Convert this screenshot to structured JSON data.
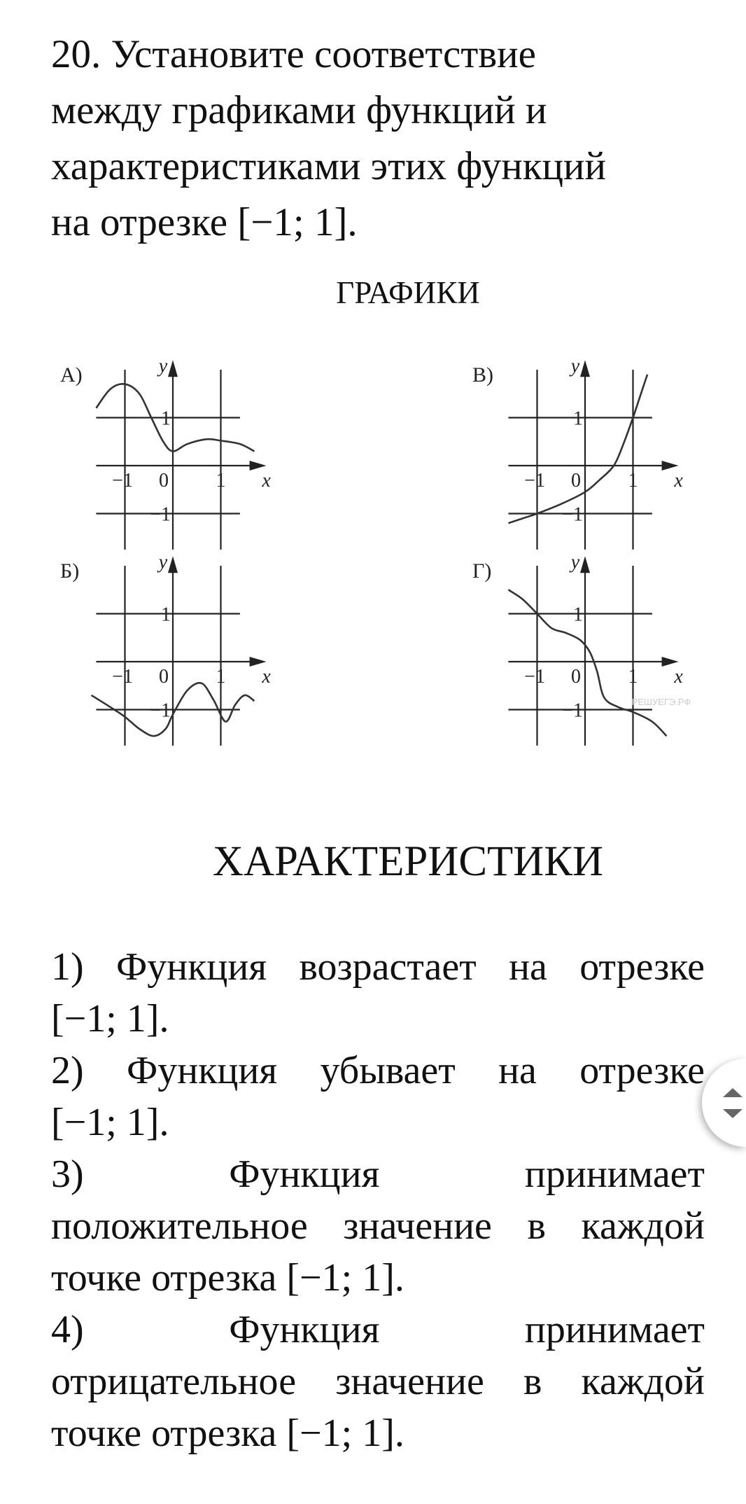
{
  "task": {
    "title_lines": [
      "20. Установите соответствие",
      "между графиками функций и",
      "характеристиками этих функций",
      "на отрезке [−1; 1]."
    ]
  },
  "graphs_heading": "ГРАФИКИ",
  "graphs": [
    {
      "label": "А)",
      "curve": [
        [
          -1.6,
          1.2
        ],
        [
          -1.3,
          1.6
        ],
        [
          -1,
          1.7
        ],
        [
          -0.7,
          1.5
        ],
        [
          -0.45,
          1.0
        ],
        [
          -0.2,
          0.5
        ],
        [
          0,
          0.3
        ],
        [
          0.3,
          0.45
        ],
        [
          0.7,
          0.55
        ],
        [
          1,
          0.52
        ],
        [
          1.4,
          0.45
        ],
        [
          1.7,
          0.3
        ]
      ]
    },
    {
      "label": "Б)",
      "curve": [
        [
          -1.7,
          -0.7
        ],
        [
          -1.3,
          -0.95
        ],
        [
          -1,
          -1.15
        ],
        [
          -0.7,
          -1.4
        ],
        [
          -0.4,
          -1.55
        ],
        [
          -0.15,
          -1.4
        ],
        [
          0,
          -1.1
        ],
        [
          0.3,
          -0.6
        ],
        [
          0.6,
          -0.45
        ],
        [
          0.85,
          -0.8
        ],
        [
          1.1,
          -1.25
        ],
        [
          1.3,
          -0.9
        ],
        [
          1.5,
          -0.7
        ],
        [
          1.7,
          -0.82
        ]
      ]
    },
    {
      "label": "В)",
      "curve": [
        [
          -1.6,
          -1.2
        ],
        [
          -1.3,
          -1.1
        ],
        [
          -1,
          -1
        ],
        [
          -0.5,
          -0.8
        ],
        [
          0,
          -0.55
        ],
        [
          0.3,
          -0.3
        ],
        [
          0.6,
          0
        ],
        [
          0.8,
          0.45
        ],
        [
          1,
          1
        ],
        [
          1.15,
          1.45
        ],
        [
          1.3,
          1.9
        ]
      ]
    },
    {
      "label": "Г)",
      "curve": [
        [
          -1.6,
          1.5
        ],
        [
          -1.3,
          1.3
        ],
        [
          -1,
          1
        ],
        [
          -0.7,
          0.7
        ],
        [
          -0.4,
          0.6
        ],
        [
          -0.1,
          0.45
        ],
        [
          0.1,
          0.2
        ],
        [
          0.25,
          -0.2
        ],
        [
          0.4,
          -0.75
        ],
        [
          0.7,
          -0.95
        ],
        [
          1,
          -1.05
        ],
        [
          1.4,
          -1.25
        ],
        [
          1.7,
          -1.55
        ]
      ]
    }
  ],
  "axis_labels": {
    "x": "x",
    "y": "y",
    "one": "1",
    "minus_one": "−1",
    "zero": "0"
  },
  "watermark": "РЕШУЕГЭ.РФ",
  "characteristics_heading": "ХАРАКТЕРИСТИКИ",
  "characteristics": [
    [
      "1) Функция возрастает на отрезке",
      "[−1; 1]."
    ],
    [
      "2) Функция убывает на отрезке",
      "[−1; 1]."
    ],
    [
      "3) Функция принимает",
      "положительное значение в каждой",
      "точке отрезка [−1; 1]."
    ],
    [
      "4) Функция принимает",
      "отрицательное значение в каждой",
      "точке отрезка [−1; 1]."
    ]
  ]
}
